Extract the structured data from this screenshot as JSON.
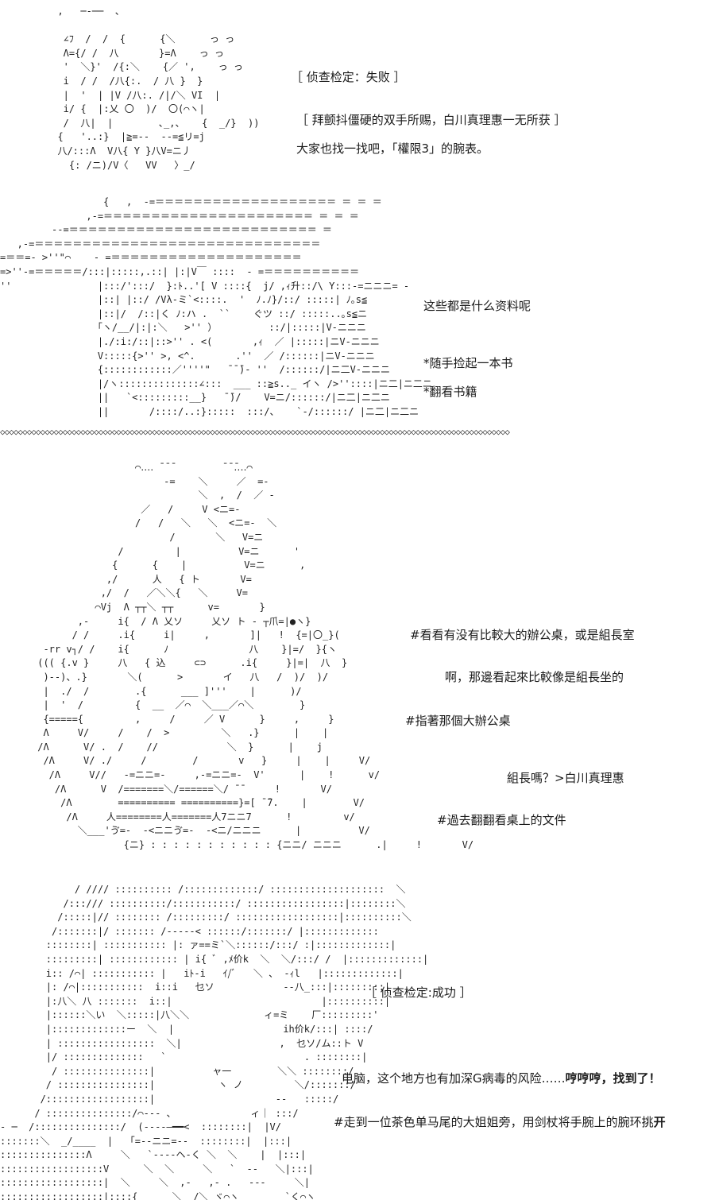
{
  "panel1": {
    "art": "  ,   ─‐──  、\n\n   ∠ﾌ  /  /  {      {＼      っ っ\n   Λ={/ /  八       }=Λ    っ っ\n   '  ＼}'  /{:＼    {／ ',    っ っ\n   i  / /  /八{:.  / 八 }  }\n   |  '  | |V /八:. /|/＼ VI  |\n   i/ {  |:乂 〇  )/  〇(⌒ヽ|\n   /  八|  |        ､_,、   {  _/}  ))\n  {   '..:}  |≧=‐-  -‐=≦リ=j\n  八/:::Λ  V八{ Y }八V=ニ丿\n    {: /ニ)/V〈   VV   〉_/",
    "captions": [
      "［  侦查检定：失败  ］",
      "［  拜颤抖僵硬的双手所赐，白川真理惠一无所获  ］",
      "大家也找一找吧，「權限3」的腕表。"
    ]
  },
  "panel2": {
    "art": "                  {   ,  -=＝＝＝＝＝＝＝＝＝＝＝＝＝＝＝＝＝＝＝ ＝ ＝ ＝\n               ,-=＝＝＝＝＝＝＝＝＝＝＝＝＝＝＝＝＝＝＝＝＝＝ ＝ ＝ ＝\n         -‐=＝＝＝＝＝＝＝＝＝＝＝＝＝＝＝＝＝＝＝＝＝＝＝＝＝＝ ＝\n   ,-=＝＝＝＝＝＝＝＝＝＝＝＝＝＝＝＝＝＝＝＝＝＝＝＝＝＝＝＝＝＝\n=＝＝=- >''\"⌒    - =＝＝＝＝＝＝＝＝＝＝＝＝＝＝＝＝＝＝＝＝\n=>''‐=＝＝＝＝＝/:::|:::::,.::| |:|V￣ ::::  - =＝＝＝＝＝＝＝＝＝＝\n''               |:::/':::/  }:ﾄ..'[ V ::::{  j/ ,ｨ升::/\\ Y:::-=ニニニ= -\n                 |::| |::/ /Vλ‐ミ`<::::.  '  ﾉ.ﾉ}/::/ :::::| ﾉ｡s≦\n                 |::|/  /::|く ﾉ:ハ .  ``    ぐツ ::/ :::::..｡s≦ニ\n                 ｢ヽ/__/|:|:＼   >'' ）         ::/|:::::|V-ニニニ\n                 |./:i:/::|::>'' . <(       ,ｨ  ／ |:::::|ニV-ニニニ\n                 V:::::{>'' >, <^.       .''  ／ /::::::|ニV-ニニニ\n                 {::::::::::::／''''\"   ̄ ̄ ̄)- ''  /::::::/|ニ二V-ニニニ\n                 |/ヽ::::::::::::::∠:::  ___ ::≧s.._ イヽ />''::::|ニ二|ニ二ニ\n                 ||   `<:::::::::__}   ̄ ̄)/    V=ニ/::::::/|ニ二|ニ二ニ\n                 ||       /::::/..:}:::::  :::/、   `‐/::::::/ |ニ二|ニ二ニ",
    "captions": [
      "这些都是什么资料呢",
      "*随手捡起一本书",
      "*翻看书籍"
    ]
  },
  "divider": "◇◇◇◇◇◇◇◇◇◇◇◇◇◇◇◇◇◇◇◇◇◇◇◇◇◇◇◇◇◇◇◇◇◇◇◇◇◇◇◇◇◇◇◇◇◇◇◇◇◇◇◇◇◇◇◇◇◇◇◇◇◇◇◇◇◇◇◇◇◇◇◇◇◇◇◇◇◇◇◇◇◇◇◇◇◇◇◇◇◇◇◇◇◇◇◇◇◇◇◇◇◇◇◇◇◇◇◇◇◇◇◇◇◇",
  "panel3": {
    "art": "                  ⌒‥‥ ̄ ̄ ̄         ̄ ̄ ̄‥‥⌒\n                       -=    ＼     ／  =-\n                             ＼  ,  /  ／ -\n                   ／   /     V <ニ=-\n                  /   /   ＼   ＼  <ニ=-  ＼\n                        /       ＼   V=ニ\n               /         |          V=ニ      '\n              {      {    |          V=ニ      ,\n             ,/      人   { ト       V=\n            ,/  /   ／＼＼{   ＼     V=\n           ⌒Vj  Λ ┬┬＼ ┬┬      v=       }\n        ,-     i{  / Λ 乂ソ     乂ソ ト - ┬爪=|●ヽ}\n       / /     .i{     i|     ,       ]|   !  {=|〇_}(\n  -rr v┐/ /    i{      ﾉ              八    }|=/  }{ヽ\n ((( {.v }     八   { 込     ⊂⊃      .i{     }|=|  八  }\n  )‐‐)、.}       ＼(      >       イ   八   /  )/  )/\n  |  ./  /        .{      ___ ]'''    |      )/\n  |  '  /         {  __  ／⌒  ＼___／⌒＼        }\n  {====={         ,     /     ／ V      }     ,     }\n  Λ     V/     /    /  >         ＼   .}      |    |\n /Λ      V/ .  /    //            ＼  }      |    j\n  /Λ     V/ ./     /        /       v   }     |    |     V/\n   /Λ     V//   -=ニニ=-     ,-=ニニ=-  V'      |    !      v/\n    /Λ      V  /=======＼/======＼/ ̄ ̄      !       V/\n     /Λ        ========== ==========}=[ ̄ ̄7.    |        V/\n      /Λ     人========人=======人7ニニ7      !         v/\n        ＼___'ゔ=-  -<ニニゔ=-  -<ニ/ニニニ      |          V/\n                {ニ} : : : : : : : : : : : {ニニ/ ニニニ      .|     !       V/",
    "captions": [
      "#看看有没有比較大的辦公桌，或是組長室",
      "啊，那邊看起來比較像是組長坐的",
      "#指著那個大辦公桌",
      "組長嗎？>白川真理惠",
      "#過去翻翻看桌上的文件"
    ]
  },
  "panel4": {
    "art": "             / //// :::::::::: /:::::::::::::/ ::::::::::::::::::::  ＼\n           /:::/// ::::::::::/:::::::::::/ :::::::::::::::::|::::::::＼\n          /:::::|// :::::::: /:::::::::/ ::::::::::::::::::|::::::::::＼\n         /:::::::|/ ::::::: /‐‐‐‐‐< ::::::/:::::::/ |:::::::::::::\n        ::::::::| ::::::::::: |: ァ==ミ`＼::::::/:::/ :|:::::::::::::|\n        :::::::::| :::::::::::: | i{ ﾞ ,ﾒ价k  ＼  ＼/:::/ /  |:::::::::::::|\n        i:: /⌒| ::::::::::: |   iﾄ-i   ｲ/ﾞ   ＼ 、 -ｨl   |:::::::::::::|\n        |: /⌒|:::::::::::  i::i   乜ソ            ‐‐八_:::|:::::::::|\n        |:八＼ 八 :::::::  i::|                          |::::::::::|\n        |::::::＼い  ＼:::::|八＼＼             ィ=ミ    厂:::::::::'\n        |:::::::::::::ー  ＼  |                   ih价k/:::| ::::/\n        | :::::::::::::::::  ＼|                 ,  乜ソ/ム::ト V\n        |/ ::::::::::::::   `                        . ::::::::|\n         / :::::::::::::::|          ャ一        ＼＼ ::::::::/\n        / ::::::::::::::::|           ヽ ノ         ＼/:::::::/\n       /::::::::::::::::::|                     -‐   :::::/\n      / :::::::::::::::/⌒‐‐‐ 、             ィ｜ :::/\n- ─  /:::::::::::::::/  (‐‐‐‐―━━<  ::::::::|  |V/\n:::::::＼  _/____  |   ｢=--ニニ=--  ::::::::|  |:::|\n:::::::::::::::Λ     ＼   `‐‐‐‐ヘ-く ＼  ＼    |  |:::|\n::::::::::::::::::V      ＼  ＼     ＼   `  ‐‐   ＼|:::|\n::::::::::::::::::|  ＼     ＼  ,-   ,- .   ‐‐‐     ＼|\n::::::::::::::::::|::::{      ＼  /＼ ヾ⌒ヽ        `く⌒ヽ\n:::::::::::::::::ノ::::  ＼     ＼_/人         ＼       V  |",
    "captions": [
      "［  侦查检定:成功  ］",
      "电脑，这个地方也有加深G病毒的风险……",
      "哼哼哼，找到了！",
      "#走到一位茶色单马尾的大姐姐旁，用剑杖将手腕上的腕环挑",
      "开"
    ]
  }
}
